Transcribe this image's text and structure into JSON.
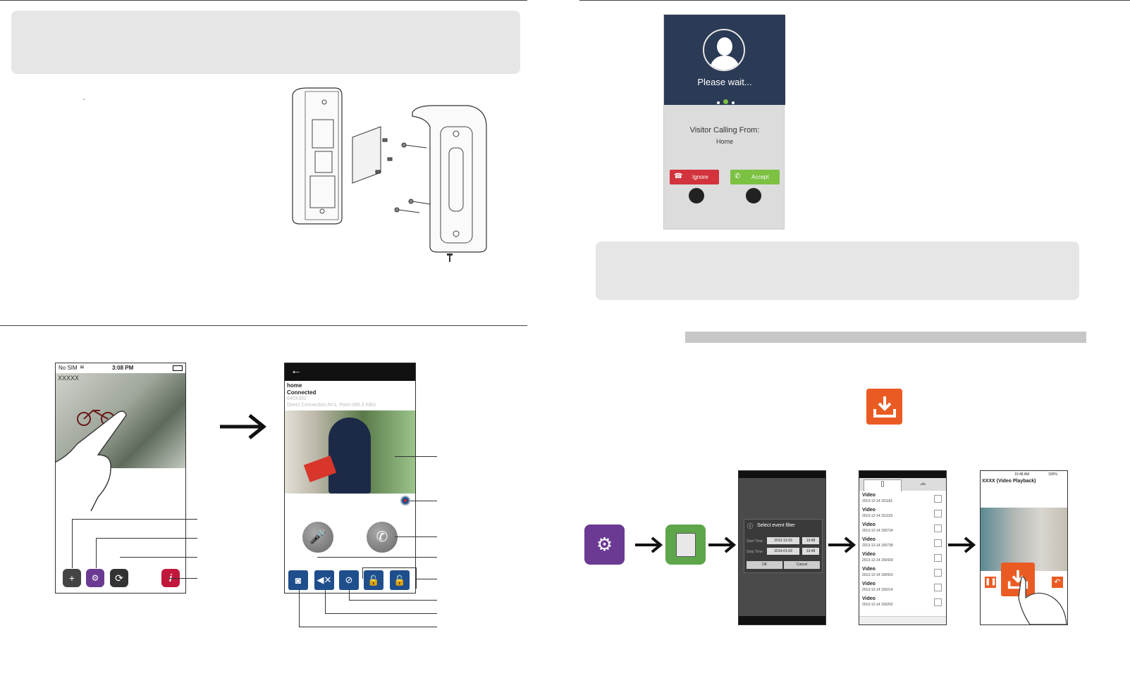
{
  "pairing": {
    "caption_mark": "´"
  },
  "phone1": {
    "status": {
      "carrier": "No SIM",
      "time": "3:08 PM"
    },
    "camera_name": "XXXXX"
  },
  "phone2": {
    "device_name": "home",
    "status": "Connected",
    "resolution": "640X352",
    "connection": "Direct Connection,N=1, Pwm:266.3 KB/s"
  },
  "incoming_call": {
    "wait_text": "Please wait...",
    "calling_from": "Visitor Calling From:",
    "location": "Home",
    "ignore_label": "Ignore",
    "accept_label": "Accept",
    "colors": {
      "header": "#2b3a55",
      "ignore": "#d2333d",
      "accept": "#7cc142",
      "dot_active": "#7cc142"
    }
  },
  "filter_screen": {
    "title": "Select event filter",
    "start_label": "Start Time:",
    "stop_label": "Stop Time:",
    "start_date": "2013-12-03",
    "start_time": "13:48",
    "stop_date": "2014-01-03",
    "stop_time": "13:48",
    "ok_label": "OK",
    "cancel_label": "Cancel"
  },
  "video_list": {
    "items": [
      {
        "title": "Video",
        "date": "2013-12-14 151181"
      },
      {
        "title": "Video",
        "date": "2013-12-14 151153"
      },
      {
        "title": "Video",
        "date": "2013-12-14 150724"
      },
      {
        "title": "Video",
        "date": "2013-12-14 150738"
      },
      {
        "title": "Video",
        "date": "2013-12-14 150430"
      },
      {
        "title": "Video",
        "date": "2013-12-14 150410"
      },
      {
        "title": "Video",
        "date": "2013-12-14 150214"
      },
      {
        "title": "Video",
        "date": "2013-12-14 150202"
      }
    ]
  },
  "playback": {
    "status_time": "10:48 AM",
    "battery": "100%",
    "title": "XXXX (Video Playback)"
  },
  "colors": {
    "accent_orange": "#ea5b24",
    "app_blue": "#1f4e8c",
    "section_gray": "#c7c7c7"
  }
}
